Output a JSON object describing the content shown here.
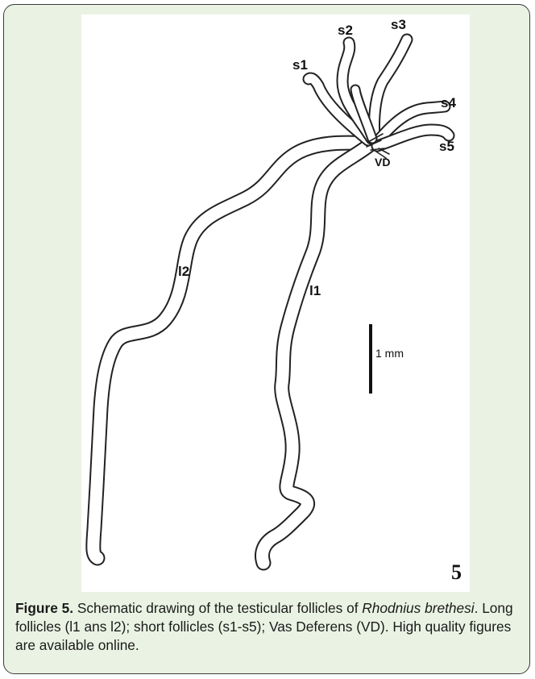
{
  "figure": {
    "number_label": "5",
    "labels": {
      "s1": "s1",
      "s2": "s2",
      "s3": "s3",
      "s4": "s4",
      "s5": "s5",
      "vd": "VD",
      "l1": "l1",
      "l2": "l2"
    },
    "scale_bar_label": "1 mm"
  },
  "caption": {
    "title": "Figure 5.",
    "text_before_italic": " Schematic drawing of the testicular follicles of ",
    "italic_species": "Rhodnius brethesi",
    "text_after_italic": ". Long follicles (l1 ans l2); short follicles (s1-s5); Vas Deferens (VD). High quality figures are available online."
  }
}
